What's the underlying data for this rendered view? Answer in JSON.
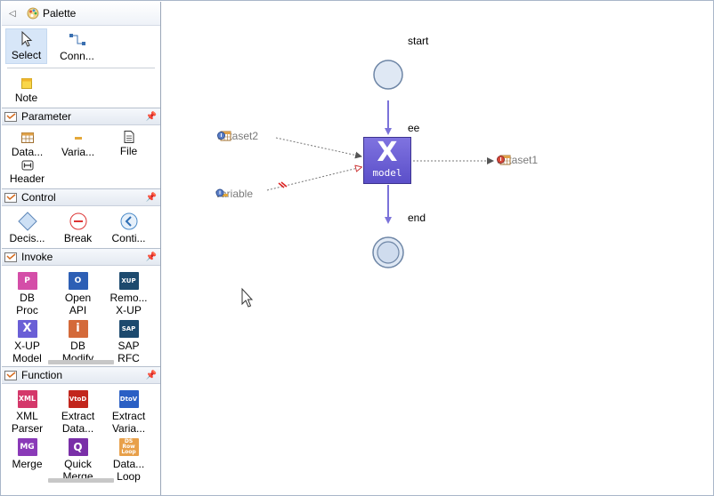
{
  "palette": {
    "title": "Palette",
    "tools": [
      {
        "label": "Select"
      },
      {
        "label": "Conn..."
      }
    ],
    "note_label": "Note",
    "drawers": {
      "parameter": {
        "title": "Parameter",
        "items": [
          "Data...",
          "Varia...",
          "File",
          "Header"
        ]
      },
      "control": {
        "title": "Control",
        "items": [
          "Decis...",
          "Break",
          "Conti..."
        ]
      },
      "invoke": {
        "title": "Invoke",
        "items": [
          {
            "line1": "DB",
            "line2": "Proc",
            "icon": "P"
          },
          {
            "line1": "Open",
            "line2": "API",
            "icon": "O"
          },
          {
            "line1": "Remo...",
            "line2": "X-UP",
            "icon": "XUP"
          },
          {
            "line1": "X-UP",
            "line2": "Model",
            "icon": "X"
          },
          {
            "line1": "DB",
            "line2": "Modify",
            "icon": "i"
          },
          {
            "line1": "SAP",
            "line2": "RFC",
            "icon": "SAP"
          }
        ]
      },
      "function": {
        "title": "Function",
        "items": [
          {
            "line1": "XML",
            "line2": "Parser",
            "icon": "XML"
          },
          {
            "line1": "Extract",
            "line2": "Data...",
            "icon": "VtoD"
          },
          {
            "line1": "Extract",
            "line2": "Varia...",
            "icon": "DtoV"
          },
          {
            "line1": "Merge",
            "line2": "",
            "icon": "MG"
          },
          {
            "line1": "Quick",
            "line2": "Merge",
            "icon": "Q"
          },
          {
            "line1": "Data...",
            "line2": "Loop",
            "icon": "DS Row Loop"
          }
        ]
      }
    }
  },
  "diagram": {
    "start_label": "start",
    "end_label": "end",
    "model_name": "ee",
    "model_icon_letter": "X",
    "model_icon_caption": "model",
    "input_dataset": "dataset2",
    "input_variable": "variable",
    "output_dataset": "dataset1"
  },
  "colors": {
    "flow_arrow": "#7b72d9",
    "node_fill": "#dfe8f4",
    "node_stroke": "#6e86a6",
    "model_fill": "#6a5fd6"
  }
}
